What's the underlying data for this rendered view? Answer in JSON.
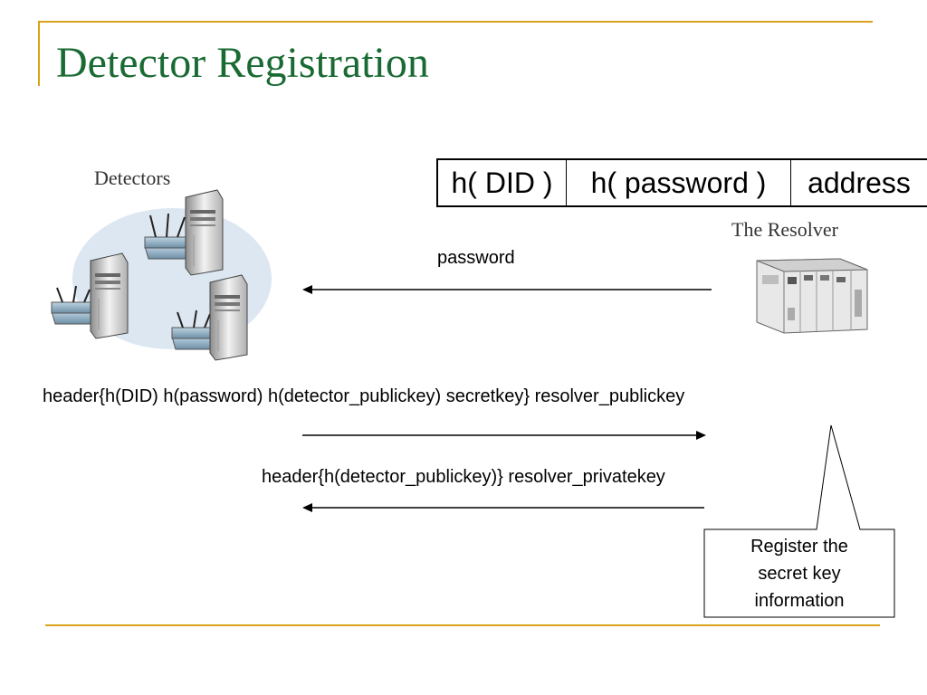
{
  "slide": {
    "title": "Detector Registration",
    "accent_color": "#d9a21b",
    "title_color": "#1a6b33"
  },
  "record_fields": [
    "h( DID )",
    "h( password )",
    "address"
  ],
  "detectors": {
    "label": "Detectors",
    "icon": "server-with-antenna-icon",
    "count": 3
  },
  "resolver": {
    "label": "The Resolver",
    "icon": "mainframe-rack-icon"
  },
  "messages": [
    {
      "text": "password",
      "direction": "resolver-to-detectors"
    },
    {
      "text": "header{h(DID) h(password) h(detector_publickey) secretkey} resolver_publickey",
      "direction": "detectors-to-resolver"
    },
    {
      "text": "header{h(detector_publickey)} resolver_privatekey",
      "direction": "resolver-to-detectors"
    }
  ],
  "callout": {
    "text": "Register the secret key information"
  }
}
